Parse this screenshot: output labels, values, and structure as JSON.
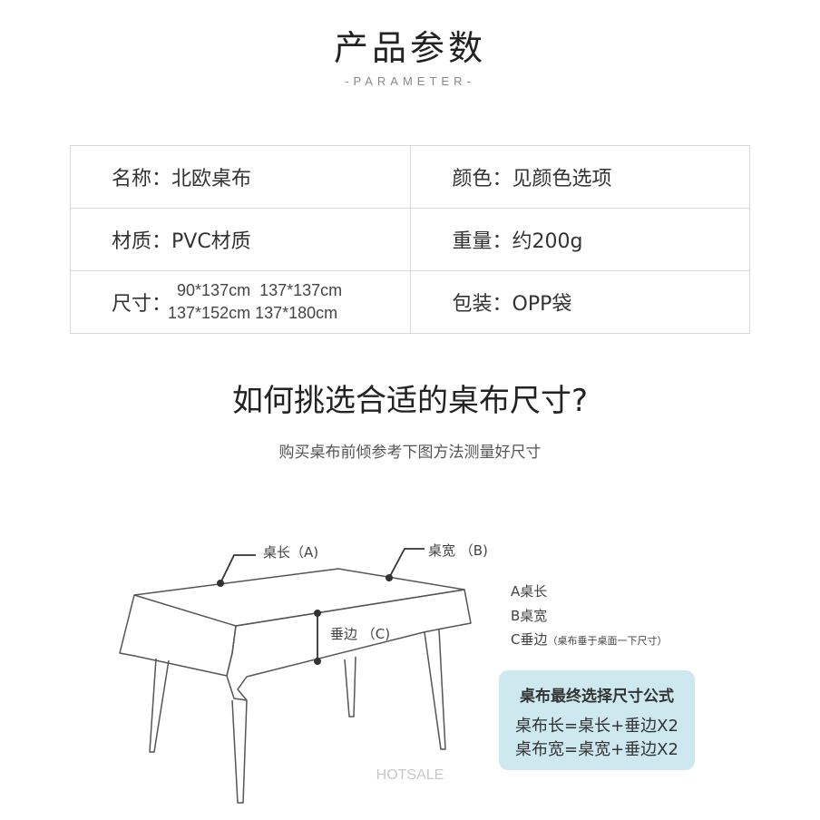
{
  "header": {
    "title": "产品参数",
    "subtitle": "-PARAMETER-"
  },
  "params": {
    "name": "名称：北欧桌布",
    "color": "颜色：见颜色选项",
    "material": "材质：PVC材质",
    "weight": "重量：约200g",
    "size_label": "尺寸：",
    "size_line1": "90*137cm  137*137cm",
    "size_line2": "137*152cm 137*180cm",
    "package": "包装：OPP袋"
  },
  "guide": {
    "title": "如何挑选合适的桌布尺寸?",
    "subtitle": "购买桌布前倾参考下图方法测量好尺寸",
    "label_a": "桌长（A)",
    "label_b": "桌宽 （B)",
    "label_c": "垂边 （C)",
    "legend_a": "A桌长",
    "legend_b": "B桌宽",
    "legend_c": "C垂边",
    "legend_c_note": "（桌布垂于桌面一下尺寸）"
  },
  "formula": {
    "title": "桌布最终选择尺寸公式",
    "line1": "桌布长=桌长+垂边X2",
    "line2": "桌布宽=桌宽+垂边X2",
    "bg_color": "#cde9ef"
  },
  "watermark": "HOTSALE"
}
